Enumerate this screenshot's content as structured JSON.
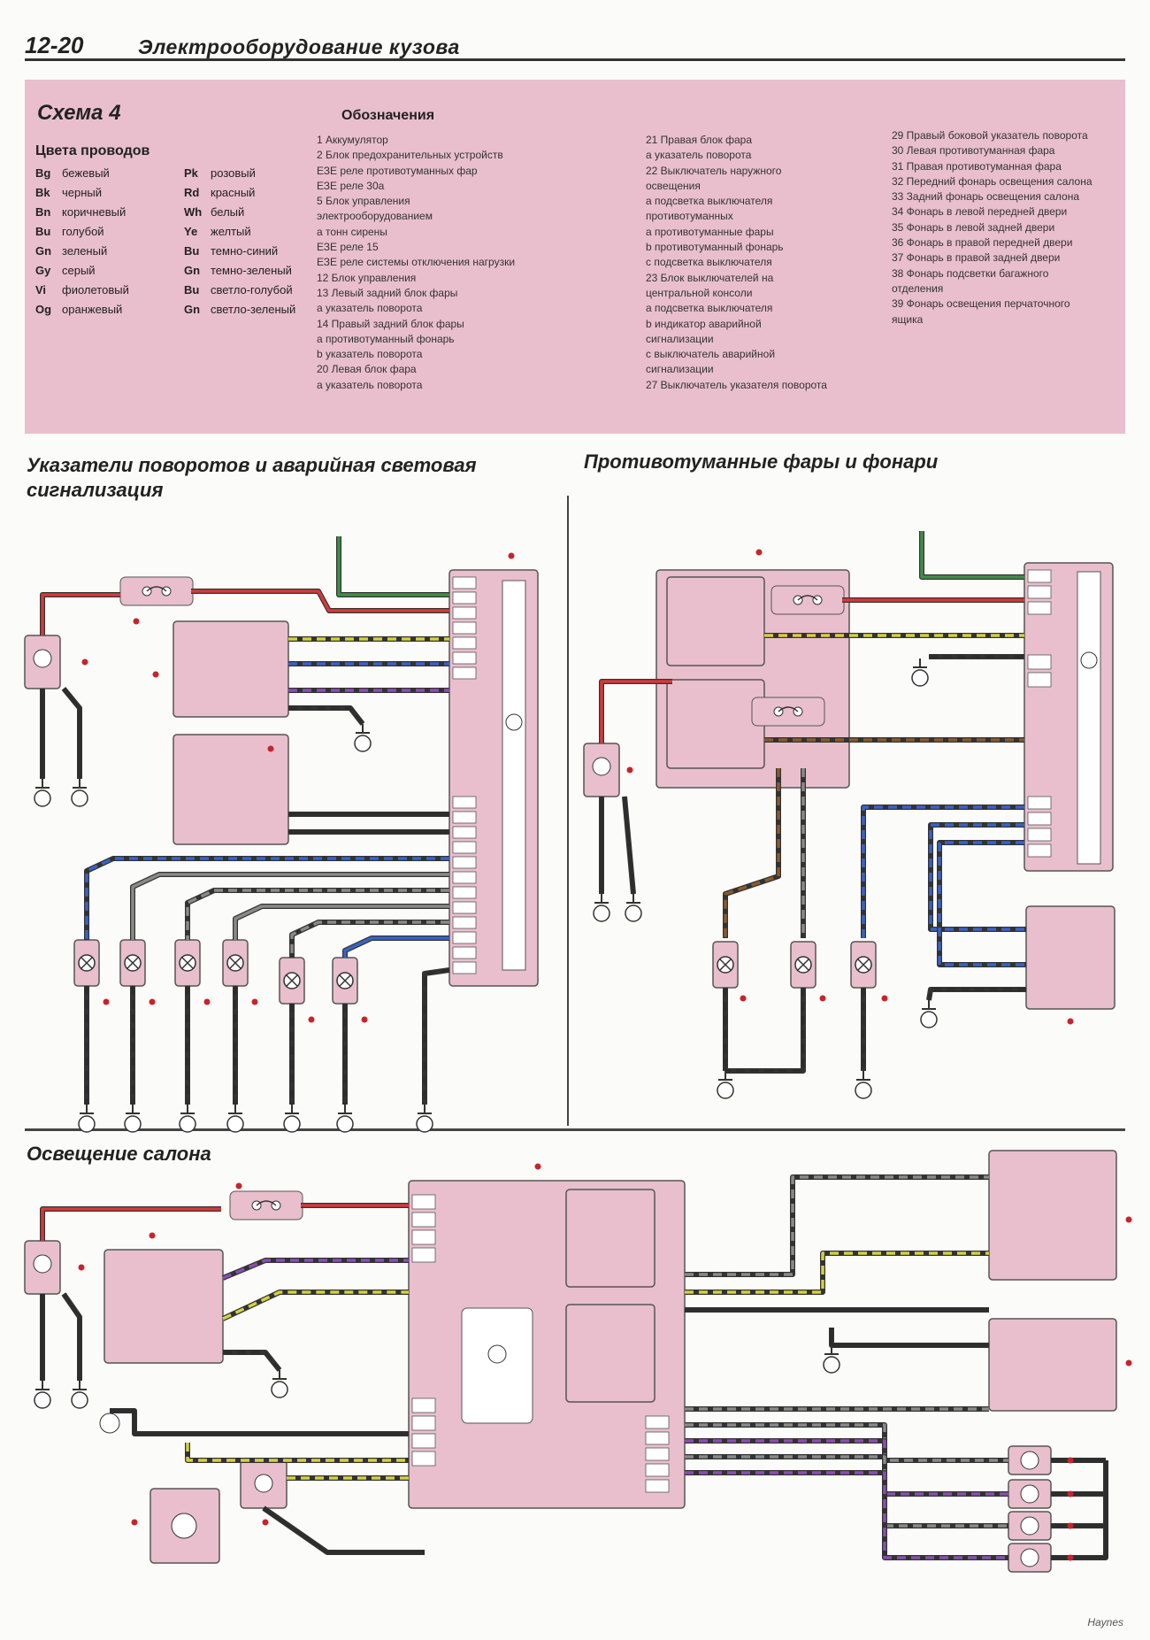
{
  "header": {
    "page_number": "12-20",
    "title": "Электрооборудование кузова"
  },
  "legend": {
    "scheme_title": "Схема 4",
    "wire_colors_heading": "Цвета проводов",
    "wire_colors": [
      {
        "code": "Bg",
        "name": "бежевый",
        "code2": "Pk",
        "name2": "розовый"
      },
      {
        "code": "Bk",
        "name": "черный",
        "code2": "Rd",
        "name2": "красный"
      },
      {
        "code": "Bn",
        "name": "коричневый",
        "code2": "Wh",
        "name2": "белый"
      },
      {
        "code": "Bu",
        "name": "голубой",
        "code2": "Ye",
        "name2": "желтый"
      },
      {
        "code": "Gn",
        "name": "зеленый",
        "code2": "Bu",
        "name2": "темно-синий"
      },
      {
        "code": "Gy",
        "name": "серый",
        "code2": "Gn",
        "name2": "темно-зеленый"
      },
      {
        "code": "Vi",
        "name": "фиолетовый",
        "code2": "Bu",
        "name2": "светло-голубой"
      },
      {
        "code": "Og",
        "name": "оранжевый",
        "code2": "Gn",
        "name2": "светло-зеленый"
      }
    ],
    "designations_heading": "Обозначения",
    "col1": [
      "1  Аккумулятор",
      "2  Блок предохранительных устройств",
      "    ЕЗЕ  реле противотуманных фар",
      "    ЕЗЕ  реле 30а",
      "5  Блок управления",
      "    электрооборудованием",
      "    а  тонн сирены",
      "    ЕЗЕ  реле 15",
      "    ЕЗЕ  реле системы отключения нагрузки",
      "12  Блок управления",
      "13  Левый задний блок фары",
      "    а  указатель поворота",
      "14  Правый задний блок фары",
      "    а  противотуманный фонарь",
      "    b  указатель поворота",
      "20  Левая блок фара",
      "    а  указатель поворота"
    ],
    "col2": [
      "21  Правая блок фара",
      "    а  указатель поворота",
      "22  Выключатель наружного",
      "освещения",
      "    а  подсветка выключателя",
      "противотуманных",
      "    а  противотуманные фары",
      "    b  противотуманный фонарь",
      "    с  подсветка выключателя",
      "23  Блок выключателей на",
      "центральной консоли",
      "    а  подсветка выключателя",
      "    b  индикатор аварийной",
      "сигнализации",
      "    с  выключатель аварийной",
      "сигнализации",
      "27  Выключатель указателя поворота"
    ],
    "col3": [
      "29  Правый боковой указатель поворота",
      "30  Левая противотуманная фара",
      "31  Правая противотуманная фара",
      "32  Передний фонарь освещения салона",
      "33  Задний фонарь освещения салона",
      "34  Фонарь в левой передней двери",
      "35  Фонарь в левой задней двери",
      "36  Фонарь в правой передней двери",
      "37  Фонарь в правой задней двери",
      "38  Фонарь подсветки багажного",
      "отделения",
      "39  Фонарь освещения перчаточного",
      "ящика"
    ]
  },
  "sections": {
    "turn": "Указатели поворотов и аварийная световая сигнализация",
    "fog": "Противотуманные фары и фонари",
    "interior": "Освещение салона"
  },
  "footer": "Haynes",
  "wire_colors_hex": {
    "red": "#d43a3a",
    "black": "#2d2d2d",
    "green": "#3f8f4a",
    "yellow": "#d4d040",
    "blue": "#3a62c8",
    "gray": "#8a8a8a",
    "purple": "#8a4fb0",
    "brown": "#8a5a2c",
    "white": "#ffffff",
    "box": "#e9bfcd",
    "marker": "#c8232b"
  }
}
